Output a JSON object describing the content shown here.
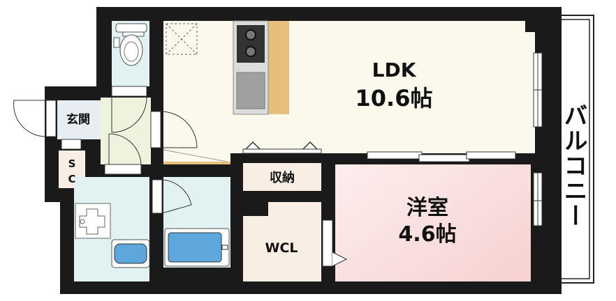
{
  "rooms": {
    "ldk": {
      "name": "LDK",
      "size": "10.6帖"
    },
    "western": {
      "name": "洋室",
      "size": "4.6帖"
    },
    "entrance": {
      "name": "玄関"
    },
    "shoe_closet": {
      "line1": "S",
      "line2": "C"
    },
    "storage": {
      "name": "収納"
    },
    "wcl": {
      "name": "WCL"
    },
    "balcony": {
      "name": "バルコニー"
    }
  },
  "colors": {
    "wall": "#1a1a1a",
    "ldk_floor": "#fbf8ec",
    "western_floor": "#fbe3e3",
    "wet_area": "#e2f1f2",
    "hall_floor": "#eef3dd",
    "storage_floor": "#f9eee3",
    "kitchen_counter": "#e4c07c",
    "bathtub": "#5ea7dd"
  }
}
